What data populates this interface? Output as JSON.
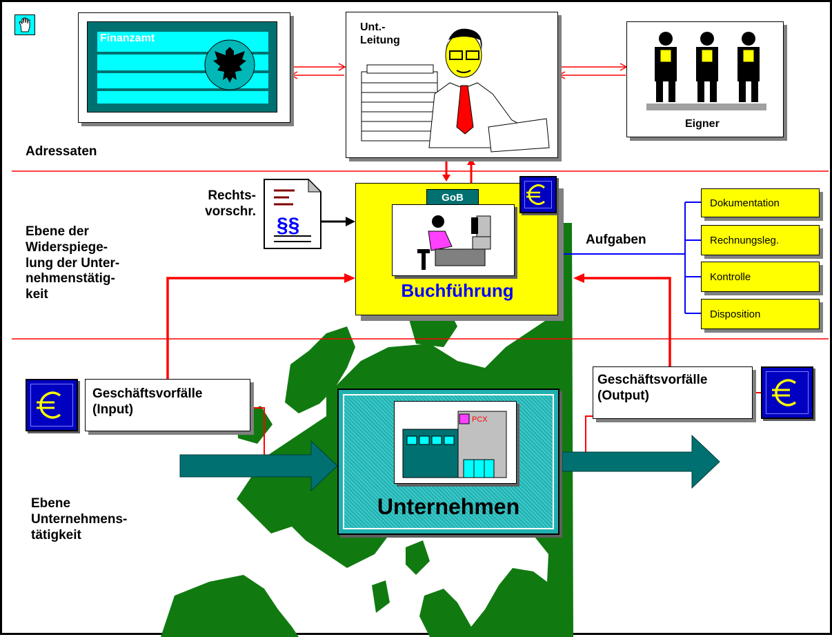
{
  "colors": {
    "red": "#ff0000",
    "blue": "#0000ff",
    "yellow": "#ffff00",
    "teal": "#007070",
    "cyan": "#00ffff",
    "green": "#107a10",
    "euro_blue": "#0000c0"
  },
  "icons": [
    "hand-icon",
    "eagle-emblem-icon",
    "businessman-icon",
    "owners-icon",
    "document-paragraph-icon",
    "clerk-computer-icon",
    "euro-icon",
    "factory-icon",
    "europe-map"
  ],
  "top": {
    "finanzamt": "Finanzamt",
    "leitung": "Unt.-\nLeitung",
    "eigner": "Eigner",
    "adressaten": "Adressaten"
  },
  "middle": {
    "rechtsvorschr": "Rechts-\nvorschr.",
    "gob": "GoB",
    "buchfuehrung": "Buchführung",
    "ebene_wider": "Ebene der\nWiderspiege-\nlung der Unter-\nnehmenstätig-\nkeit",
    "aufgaben": "Aufgaben",
    "tasks": [
      "Dokumentation",
      "Rechnungsleg.",
      "Kontrolle",
      "Disposition"
    ]
  },
  "bottom": {
    "input": "Geschäftsvorfälle\n(Input)",
    "output": "Geschäftsvorfälle\n(Output)",
    "pcx": "PCX",
    "unternehmen": "Unternehmen",
    "ebene_unt": "Ebene\nUnternehmens-\ntätigkeit"
  }
}
